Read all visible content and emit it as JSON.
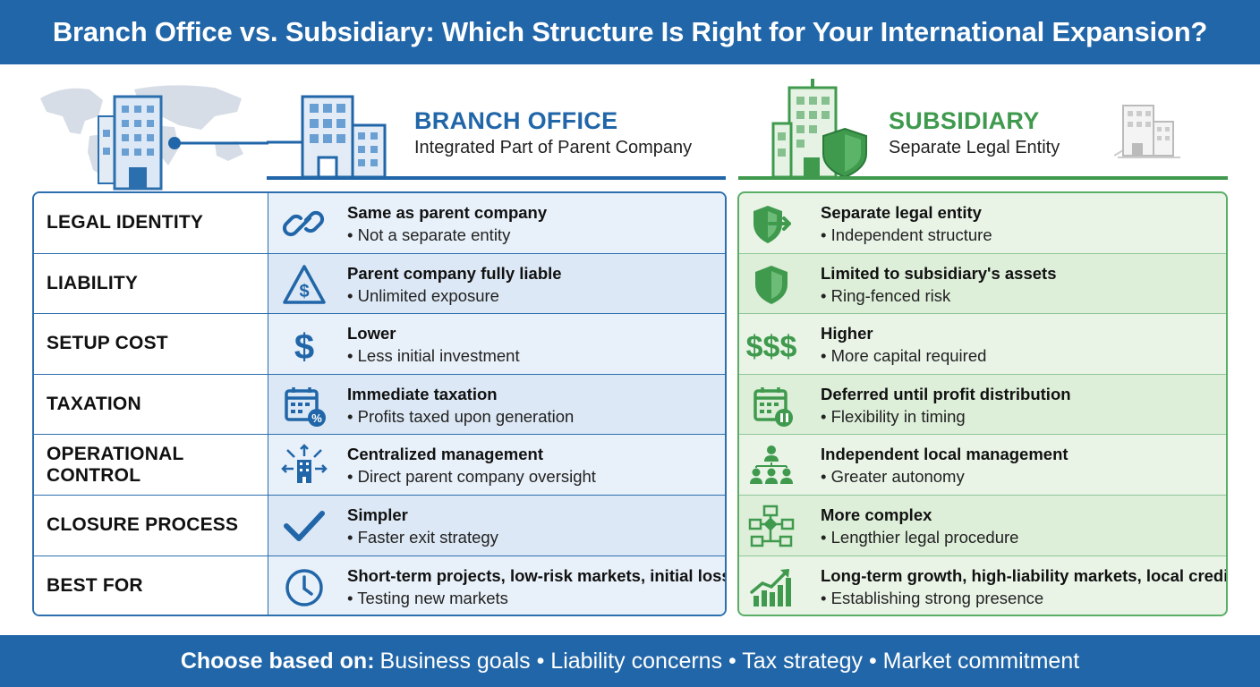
{
  "title": "Branch Office vs. Subsidiary: Which Structure Is Right for Your International Expansion?",
  "branch": {
    "title": "BRANCH OFFICE",
    "subtitle": "Integrated Part of Parent Company"
  },
  "subsidiary": {
    "title": "SUBSIDIARY",
    "subtitle": "Separate Legal Entity"
  },
  "colors": {
    "blue": "#2166a8",
    "green": "#3f9a4e"
  },
  "rows": [
    {
      "label": "LEGAL IDENTITY",
      "branch": {
        "icon": "link-icon",
        "main": "Same as parent company",
        "bullet": "•  Not a separate entity"
      },
      "subsidiary": {
        "icon": "shield-arrow-icon",
        "main": "Separate legal entity",
        "bullet": "•  Independent structure"
      }
    },
    {
      "label": "LIABILITY",
      "branch": {
        "icon": "warning-dollar-icon",
        "main": "Parent company fully liable",
        "bullet": "•  Unlimited exposure"
      },
      "subsidiary": {
        "icon": "shield-icon",
        "main": "Limited to subsidiary's assets",
        "bullet": "•  Ring-fenced risk"
      }
    },
    {
      "label": "SETUP COST",
      "branch": {
        "icon": "dollar-icon",
        "main": "Lower",
        "bullet": "•  Less initial investment"
      },
      "subsidiary": {
        "icon": "triple-dollar-icon",
        "main": "Higher",
        "bullet": "•  More capital required"
      }
    },
    {
      "label": "TAXATION",
      "branch": {
        "icon": "calendar-percent-icon",
        "main": "Immediate taxation",
        "bullet": "•  Profits taxed upon generation"
      },
      "subsidiary": {
        "icon": "calendar-pause-icon",
        "main": "Deferred until profit distribution",
        "bullet": "•  Flexibility in timing"
      }
    },
    {
      "label": "OPERATIONAL CONTROL",
      "branch": {
        "icon": "building-arrows-icon",
        "main": "Centralized management",
        "bullet": "•  Direct parent company oversight"
      },
      "subsidiary": {
        "icon": "org-chart-icon",
        "main": "Independent local management",
        "bullet": "•  Greater autonomy"
      }
    },
    {
      "label": "CLOSURE PROCESS",
      "branch": {
        "icon": "checkmark-icon",
        "main": "Simpler",
        "bullet": "•  Faster exit strategy"
      },
      "subsidiary": {
        "icon": "flowchart-icon",
        "main": "More complex",
        "bullet": "•  Lengthier legal procedure"
      }
    },
    {
      "label": "BEST FOR",
      "branch": {
        "icon": "clock-icon",
        "main": "Short-term projects, low-risk markets, initial losses",
        "bullet": "•  Testing new markets"
      },
      "subsidiary": {
        "icon": "growth-chart-icon",
        "main": "Long-term growth, high-liability markets, local credibility",
        "bullet": "•  Establishing strong presence"
      }
    }
  ],
  "footer": {
    "lead": "Choose based on:",
    "items": "Business goals • Liability concerns • Tax strategy • Market commitment"
  }
}
